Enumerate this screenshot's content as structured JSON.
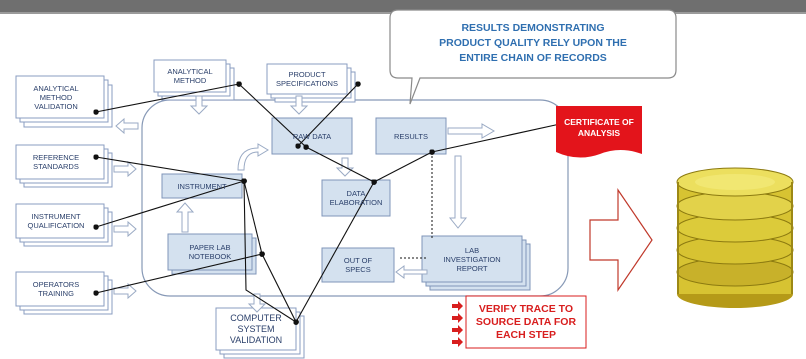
{
  "callout": {
    "line1": "RESULTS DEMONSTRATING",
    "line2": "PRODUCT QUALITY RELY UPON THE",
    "line3": "ENTIRE CHAIN OF RECORDS"
  },
  "certificate": "CERTIFICATE OF\nANALYSIS",
  "verify": "VERIFY TRACE TO\nSOURCE DATA FOR\nEACH STEP",
  "left_docs": {
    "amv": "ANALYTICAL\nMETHOD\nVALIDATION",
    "ref": "REFERENCE\nSTANDARDS",
    "instq": "INSTRUMENT\nQUALIFICATION",
    "ops": "OPERATORS\nTRAINING"
  },
  "top_docs": {
    "am": "ANALYTICAL\nMETHOD",
    "ps": "PRODUCT\nSPECIFICATIONS"
  },
  "inner": {
    "raw": "RAW DATA",
    "results": "RESULTS",
    "instrument": "INSTRUMENT",
    "elab": "DATA\nELABORATION",
    "notebook": "PAPER LAB\nNOTEBOOK",
    "oos": "OUT OF\nSPECS",
    "lir": "LAB\nINVESTIGATION\nREPORT"
  },
  "bottom_doc": "COMPUTER\nSYSTEM\nVALIDATION",
  "colors": {
    "box_fill": "#d4e1ef",
    "box_stroke": "#7f95b8",
    "red": "#e3141b",
    "database_gold": "#dccb3a",
    "callout_text": "#2f6fb0"
  }
}
